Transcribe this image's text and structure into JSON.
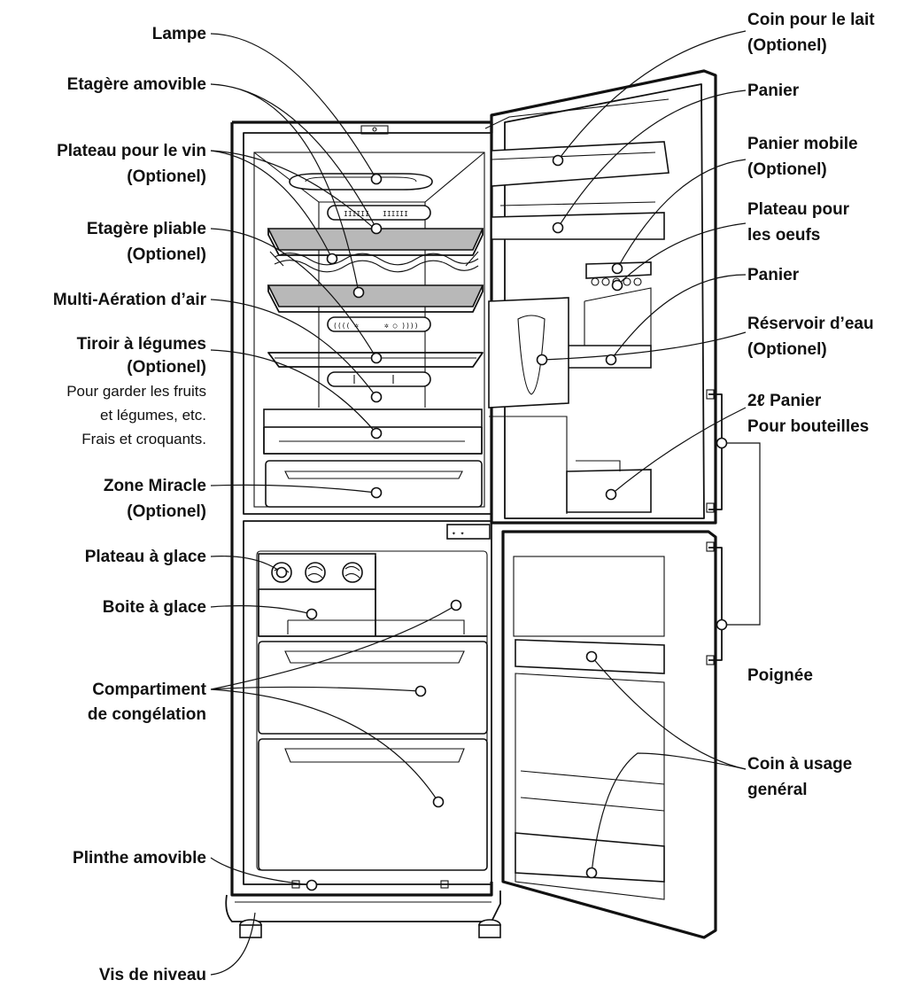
{
  "labels_left": [
    {
      "lines": [
        "Lampe"
      ]
    },
    {
      "lines": [
        "Etagère amovible"
      ]
    },
    {
      "lines": [
        "Plateau pour le vin",
        "(Optionel)"
      ]
    },
    {
      "lines": [
        "Etagère pliable",
        "(Optionel)"
      ]
    },
    {
      "lines": [
        "Multi-Aération d’air"
      ]
    },
    {
      "lines": [
        "Tiroir à légumes",
        "(Optionel)"
      ],
      "sub": [
        "Pour garder les fruits",
        "et légumes, etc.",
        "Frais et croquants."
      ]
    },
    {
      "lines": [
        "Zone Miracle",
        "(Optionel)"
      ]
    },
    {
      "lines": [
        "Plateau à glace"
      ]
    },
    {
      "lines": [
        "Boite à glace"
      ]
    },
    {
      "lines": [
        "Compartiment",
        "de congélation"
      ]
    },
    {
      "lines": [
        "Plinthe amovible"
      ]
    },
    {
      "lines": [
        "Vis de niveau"
      ]
    }
  ],
  "labels_right": [
    {
      "lines": [
        "Coin pour le lait",
        "(Optionel)"
      ]
    },
    {
      "lines": [
        "Panier"
      ]
    },
    {
      "lines": [
        "Panier mobile",
        "(Optionel)"
      ]
    },
    {
      "lines": [
        "Plateau pour",
        "les oeufs"
      ]
    },
    {
      "lines": [
        "Panier"
      ]
    },
    {
      "lines": [
        "Réservoir d’eau",
        "(Optionel)"
      ]
    },
    {
      "lines": [
        "2ℓ Panier",
        "Pour bouteilles"
      ]
    },
    {
      "lines": [
        "Poignée"
      ]
    },
    {
      "lines": [
        "Coin à usage",
        "genéral"
      ]
    }
  ]
}
